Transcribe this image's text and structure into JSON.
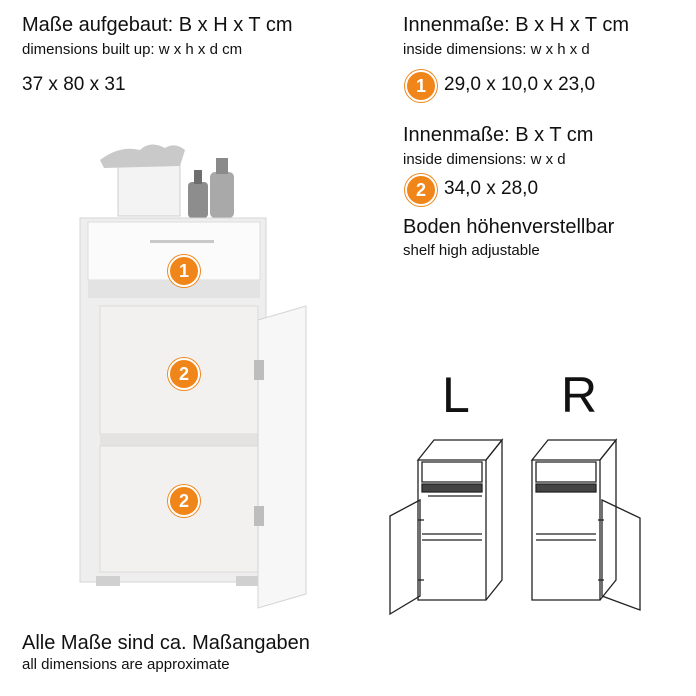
{
  "left": {
    "heading": "Maße aufgebaut: B x H x T cm",
    "sub": "dimensions built up: w x h x d cm",
    "value": "37 x 80 x 31"
  },
  "right": {
    "heading1": "Innenmaße: B x H x T cm",
    "sub1": "inside dimensions: w x h x d",
    "badge1": "1",
    "value1": "29,0 x 10,0 x 23,0",
    "heading2": "Innenmaße: B x T cm",
    "sub2": "inside dimensions: w x d",
    "badge2": "2",
    "value2": "34,0 x 28,0",
    "heading3": "Boden höhenverstellbar",
    "sub3": "shelf high adjustable"
  },
  "photo_badges": [
    "1",
    "2",
    "2"
  ],
  "variants": {
    "left": "L",
    "right": "R"
  },
  "footer": {
    "heading": "Alle Maße sind ca. Maßangaben",
    "sub": "all dimensions are approximate"
  },
  "colors": {
    "accent": "#f0861a",
    "cabinet": "#e8e8e8"
  }
}
